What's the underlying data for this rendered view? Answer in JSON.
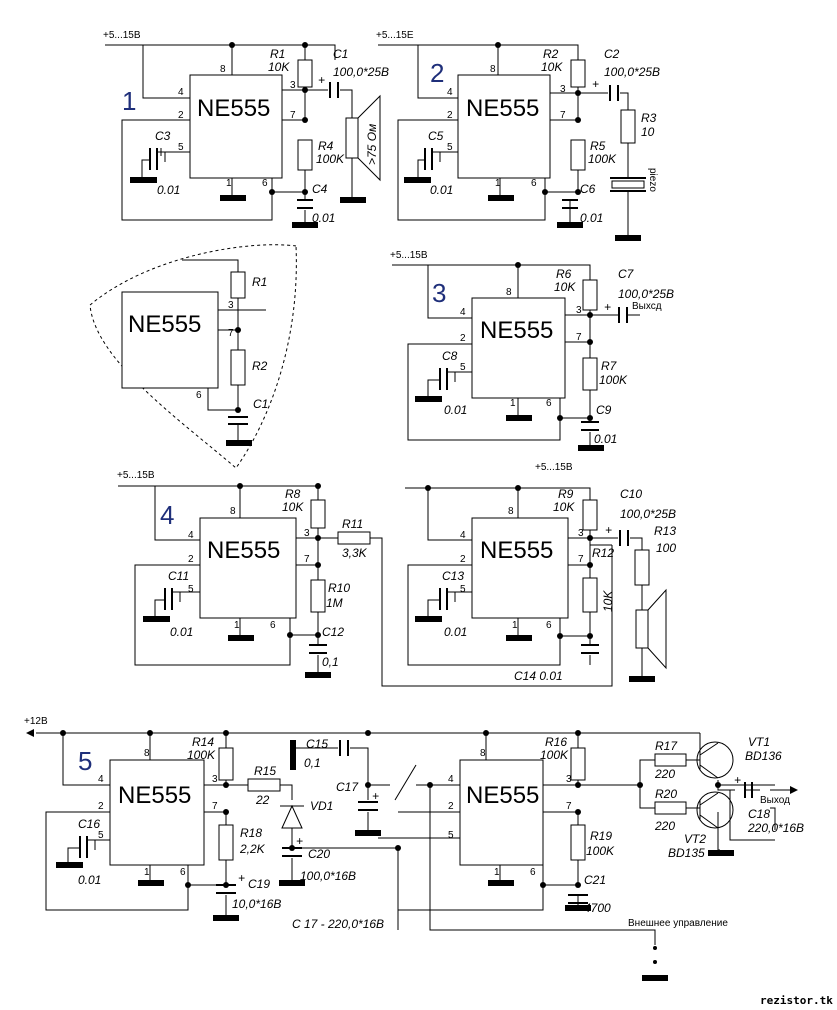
{
  "chip_name": "NE555",
  "circuit_numbers": [
    "1",
    "2",
    "3",
    "4",
    "5"
  ],
  "supplies": {
    "s1": "+5...15B",
    "s2": "+5...15E",
    "s3": "+5...15B",
    "s4": "+5...15B",
    "s4b": "+5...15B",
    "s5": "+12B"
  },
  "pins": {
    "p1": "1",
    "p2": "2",
    "p3": "3",
    "p4": "4",
    "p5": "5",
    "p6": "6",
    "p7": "7",
    "p8": "8",
    "p6b": "6"
  },
  "labels": {
    "c1": {
      "R1": "R1",
      "R1v": "10K",
      "C1": "C1",
      "C1v": "100,0*25B",
      "R4": "R4",
      "R4v": "100K",
      "C4": "C4",
      "C4v": "0.01",
      "C3": "C3",
      "C3v": "0.01",
      "spk": ">75 Ом"
    },
    "c2": {
      "R2": "R2",
      "R2v": "10K",
      "C2": "C2",
      "C2v": "100,0*25B",
      "R3": "R3",
      "R3v": "10",
      "R5": "R5",
      "R5v": "100K",
      "C5": "C5",
      "C5v": "0.01",
      "C6": "C6",
      "C6v": "0.01",
      "piezo": "piezo"
    },
    "ex": {
      "R1": "R1",
      "R2": "R2",
      "C1": "C1"
    },
    "c3": {
      "R6": "R6",
      "R6v": "10K",
      "C7": "C7",
      "C7v": "100,0*25B",
      "out": "Выхсд",
      "R7": "R7",
      "R7v": "100K",
      "C8": "C8",
      "C8v": "0.01",
      "C9": "C9",
      "C9v": "0.01"
    },
    "c4": {
      "R8": "R8",
      "R8v": "10K",
      "R11": "R11",
      "R11v": "3,3K",
      "R10": "R10",
      "R10v": "1M",
      "C11": "C11",
      "C11v": "0.01",
      "C12": "C12",
      "C12v": "0,1"
    },
    "c4b": {
      "R9": "R9",
      "R9v": "10K",
      "C10": "C10",
      "C10v": "100,0*25B",
      "R13": "R13",
      "R13v": "100",
      "R12": "R12",
      "R12v": "10K",
      "C13": "C13",
      "C13v": "0.01",
      "C14": "C14  0.01"
    },
    "c5": {
      "R14": "R14",
      "R14v": "100K",
      "R15": "R15",
      "R15v": "22",
      "VD1": "VD1",
      "C15": "C15",
      "C15v": "0,1",
      "C17": "C17",
      "R18": "R18",
      "R18v": "2,2K",
      "C19": "C19",
      "C19v": "10,0*16B",
      "C20": "C20",
      "C20v": "100,0*16B",
      "C16": "C16",
      "C16v": "0.01",
      "C17note": "C 17 - 220,0*16B",
      "R16": "R16",
      "R16v": "100K",
      "R19": "R19",
      "R19v": "100K",
      "C21": "C21",
      "C21v": "4700",
      "R17": "R17",
      "R17v": "220",
      "R20": "R20",
      "R20v": "220",
      "VT1": "VT1",
      "VT1v": "BD136",
      "VT2": "VT2",
      "VT2v": "BD135",
      "C18": "C18",
      "C18v": "220,0*16B",
      "out": "Выход",
      "ext": "Внешнее управление"
    }
  },
  "plus_sign": "+",
  "watermark": "rezistor.tk"
}
